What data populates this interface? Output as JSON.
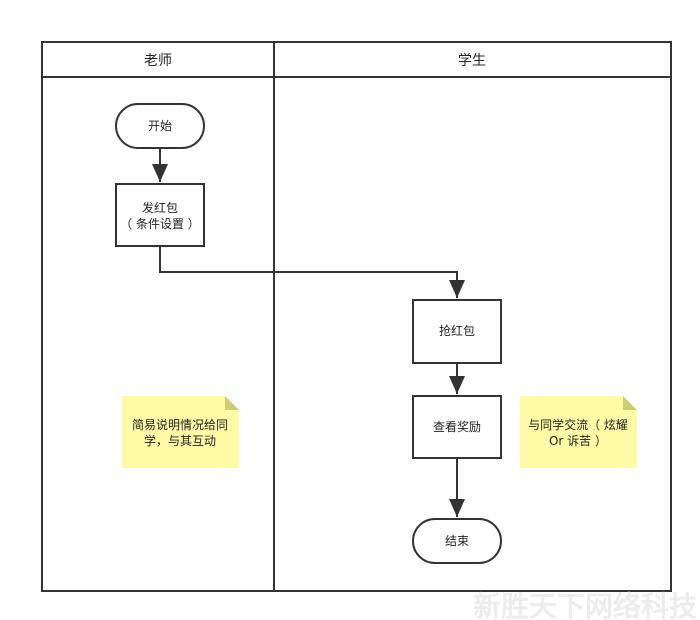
{
  "lanes": [
    {
      "title": "老师"
    },
    {
      "title": "学生"
    }
  ],
  "nodes": {
    "start": "开始",
    "send_line1": "发红包",
    "send_line2": "（ 条件设置 ）",
    "grab": "抢红包",
    "view": "查看奖励",
    "end": "结束"
  },
  "notes": {
    "teacher_line1": "简易说明情况给同",
    "teacher_line2": "学，与其互动",
    "student_line1": "与同学交流（ 炫耀",
    "student_line2": "Or 诉苦 ）"
  },
  "watermark": "新胜天下网络科技"
}
